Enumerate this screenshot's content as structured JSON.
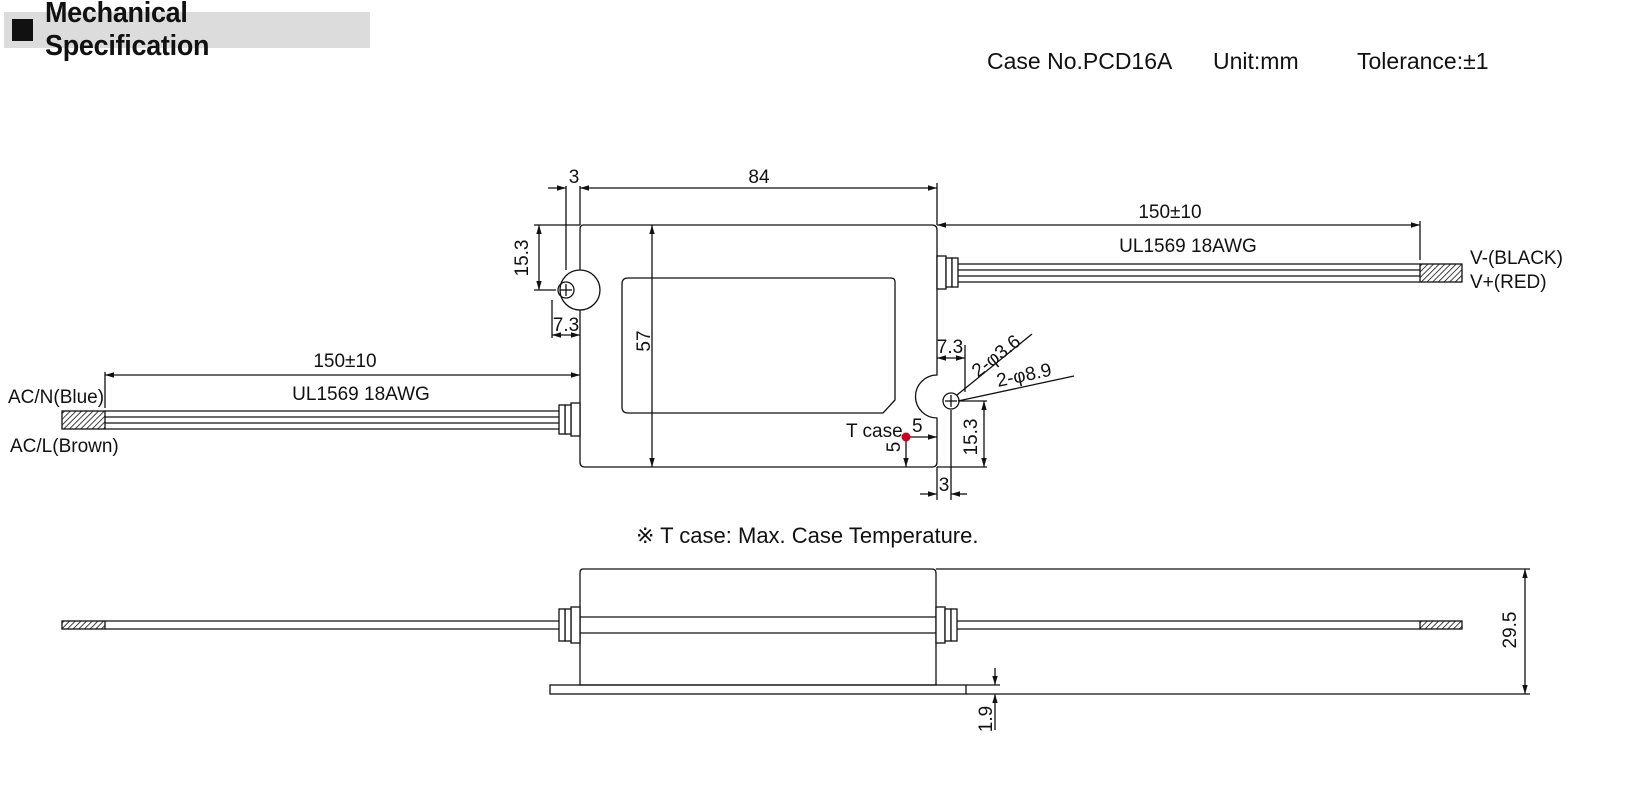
{
  "header": {
    "title": "Mechanical Specification",
    "case_no": "Case No.PCD16A",
    "unit": "Unit:mm",
    "tolerance": "Tolerance:±1"
  },
  "top_view": {
    "dim_tab_width": "3",
    "dim_length": "84",
    "dim_tab_offset_left": "15.3",
    "dim_hole_left": "7.3",
    "dim_width": "57",
    "dim_hole_right": "7.3",
    "dim_hole_small": "2-φ3.6",
    "dim_hole_large": "2-φ8.9",
    "dim_tab_offset_right": "15.3",
    "dim_tab_width_right": "3",
    "tcase_label": "T case",
    "tcase_x": "5",
    "tcase_y": "5",
    "output_cable_length": "150±10",
    "output_cable_type": "UL1569 18AWG",
    "output_wire_neg": "V-(BLACK)",
    "output_wire_pos": "V+(RED)",
    "input_cable_length": "150±10",
    "input_cable_type": "UL1569 18AWG",
    "input_wire_n": "AC/N(Blue)",
    "input_wire_l": "AC/L(Brown)"
  },
  "note": "※ T case: Max. Case Temperature.",
  "side_view": {
    "dim_height": "29.5",
    "dim_flange": "1.9"
  },
  "colors": {
    "line": "#111111",
    "title_bg": "#dcdcdc",
    "tcase_dot": "#d0021b"
  }
}
